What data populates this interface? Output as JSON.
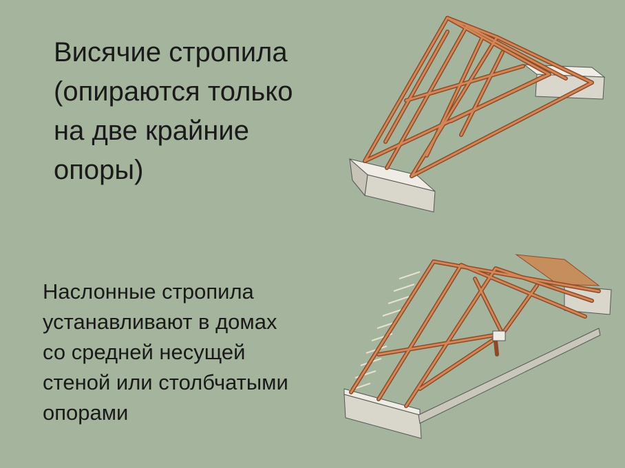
{
  "hanging_rafters": {
    "caption_lines": [
      "Висячие стропила",
      "(опираются только",
      "на две крайние",
      "опоры)"
    ],
    "illustration": "hanging-rafter-truss-illustration"
  },
  "layered_rafters": {
    "caption_lines": [
      "Наслонные стропила",
      "устанавливают в домах",
      "со средней несущей",
      "стеной или столбчатыми",
      "опорами"
    ],
    "illustration": "layered-rafter-roof-illustration"
  },
  "colors": {
    "background": "#a5b49c",
    "timber": "#c8794a",
    "timber_dark": "#8e4a26",
    "masonry": "#e8e6dc"
  }
}
